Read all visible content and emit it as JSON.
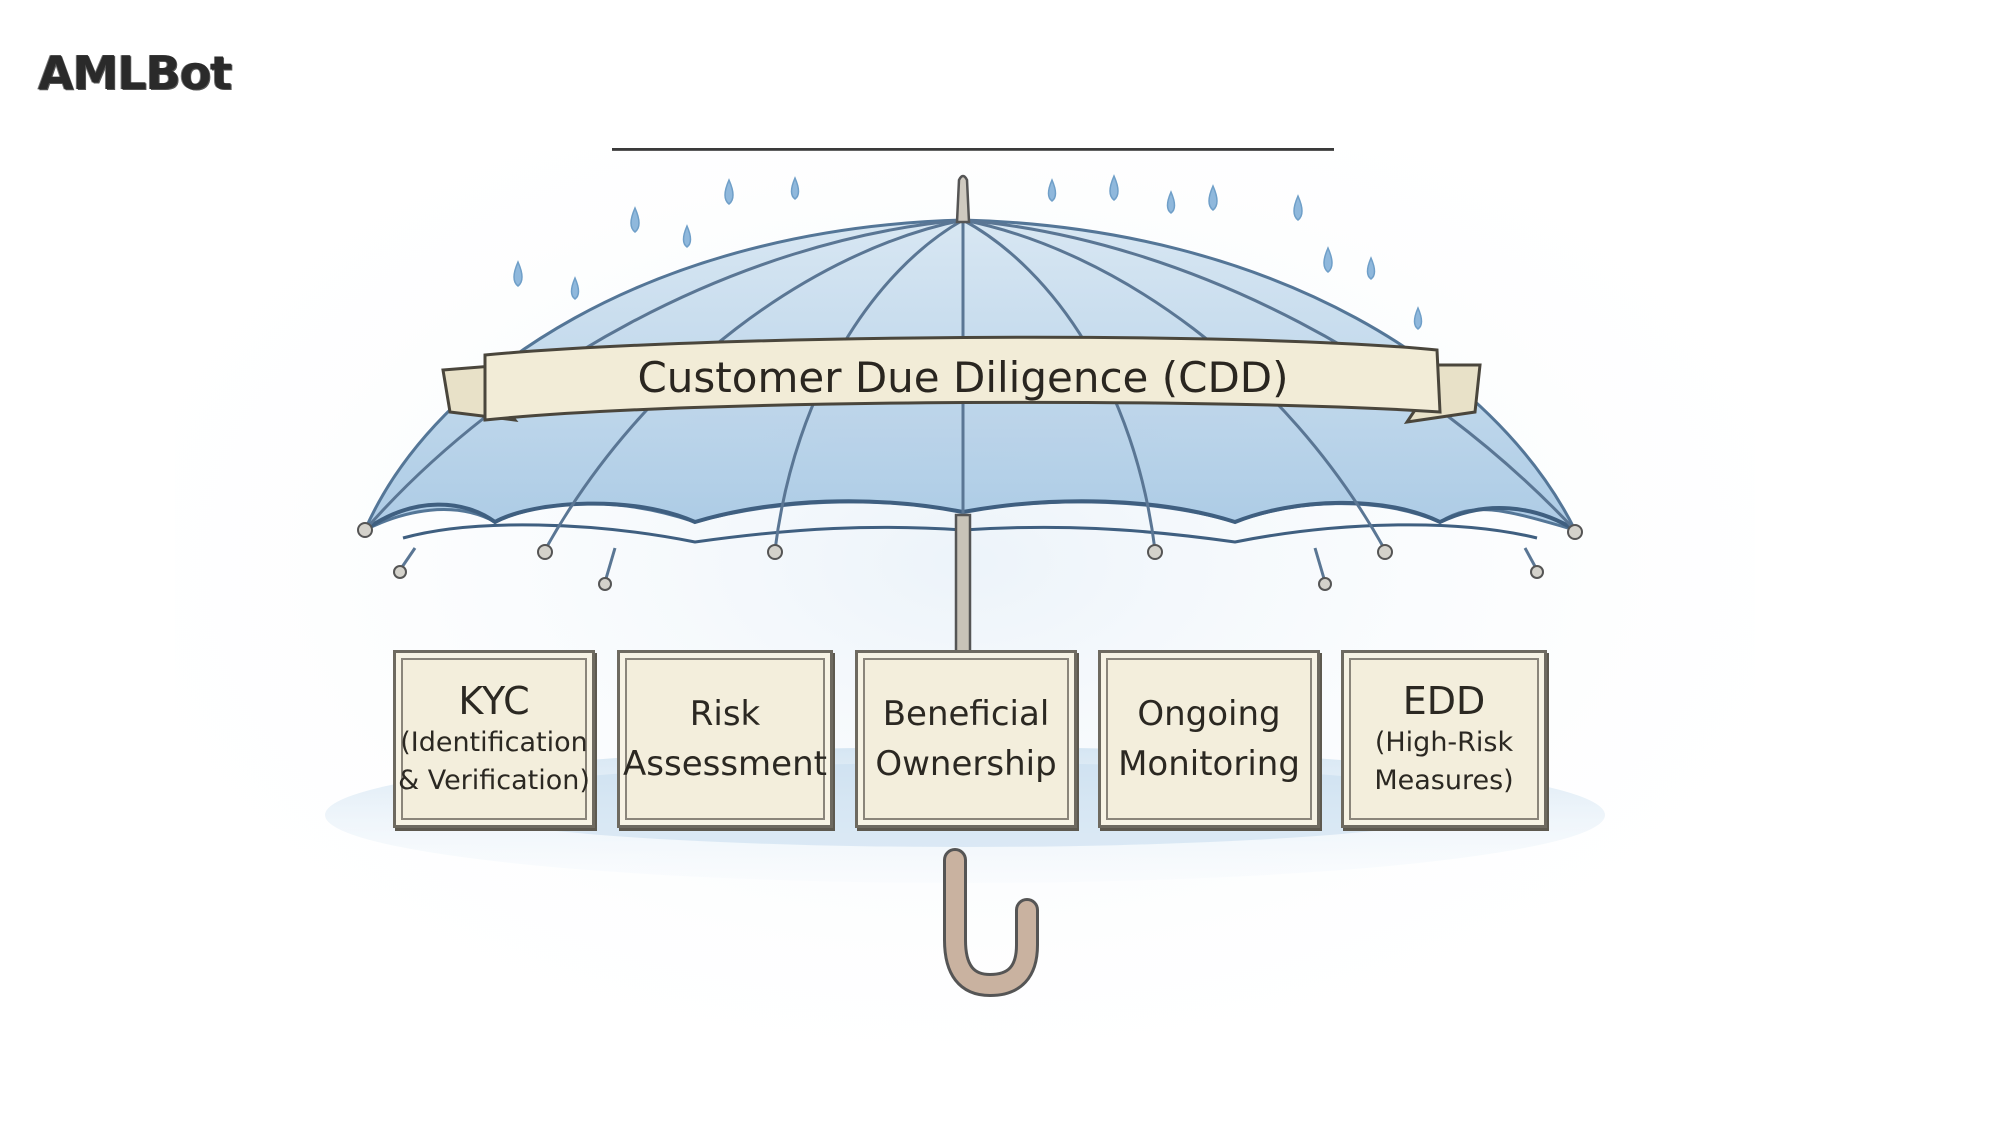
{
  "brand": {
    "name": "AMLBot"
  },
  "umbrella": {
    "banner": "Customer Due Diligence (CDD)",
    "canopy_color": "#b9d4ea",
    "card_color": "#f3eedc"
  },
  "cards": [
    {
      "title": "KYC",
      "subtitle_1": "(Identification",
      "subtitle_2": "& Verification)"
    },
    {
      "line_1": "Risk",
      "line_2": "Assessment"
    },
    {
      "line_1": "Beneficial",
      "line_2": "Ownership"
    },
    {
      "line_1": "Ongoing",
      "line_2": "Monitoring"
    },
    {
      "title": "EDD",
      "subtitle_1": "(High-Risk",
      "subtitle_2": "Measures)"
    }
  ]
}
